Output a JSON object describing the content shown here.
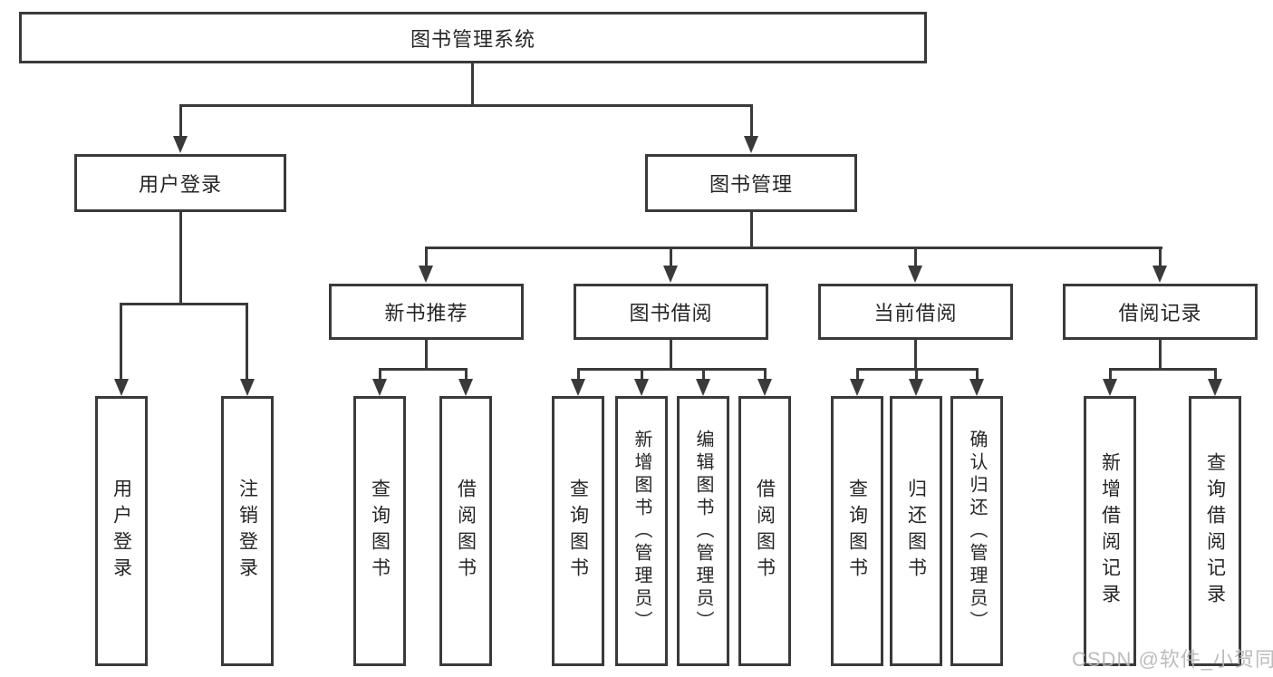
{
  "tree": {
    "root": "图书管理系统",
    "branches": [
      {
        "label": "用户登录",
        "children": [
          "用户登录",
          "注销登录"
        ]
      },
      {
        "label": "图书管理",
        "groups": [
          {
            "label": "新书推荐",
            "children": [
              "查询图书",
              "借阅图书"
            ]
          },
          {
            "label": "图书借阅",
            "children": [
              "查询图书",
              "新增图书（管理员）",
              "编辑图书（管理员）",
              "借阅图书"
            ]
          },
          {
            "label": "当前借阅",
            "children": [
              "查询图书",
              "归还图书",
              "确认归还（管理员）"
            ]
          },
          {
            "label": "借阅记录",
            "children": [
              "新增借阅记录",
              "查询借阅记录"
            ]
          }
        ]
      }
    ]
  },
  "watermark": "CSDN @软件_小贺同学",
  "colors": {
    "line": "#3a3a3a",
    "text": "#262626",
    "watermark": "#b5b5b5",
    "background": "#ffffff"
  }
}
